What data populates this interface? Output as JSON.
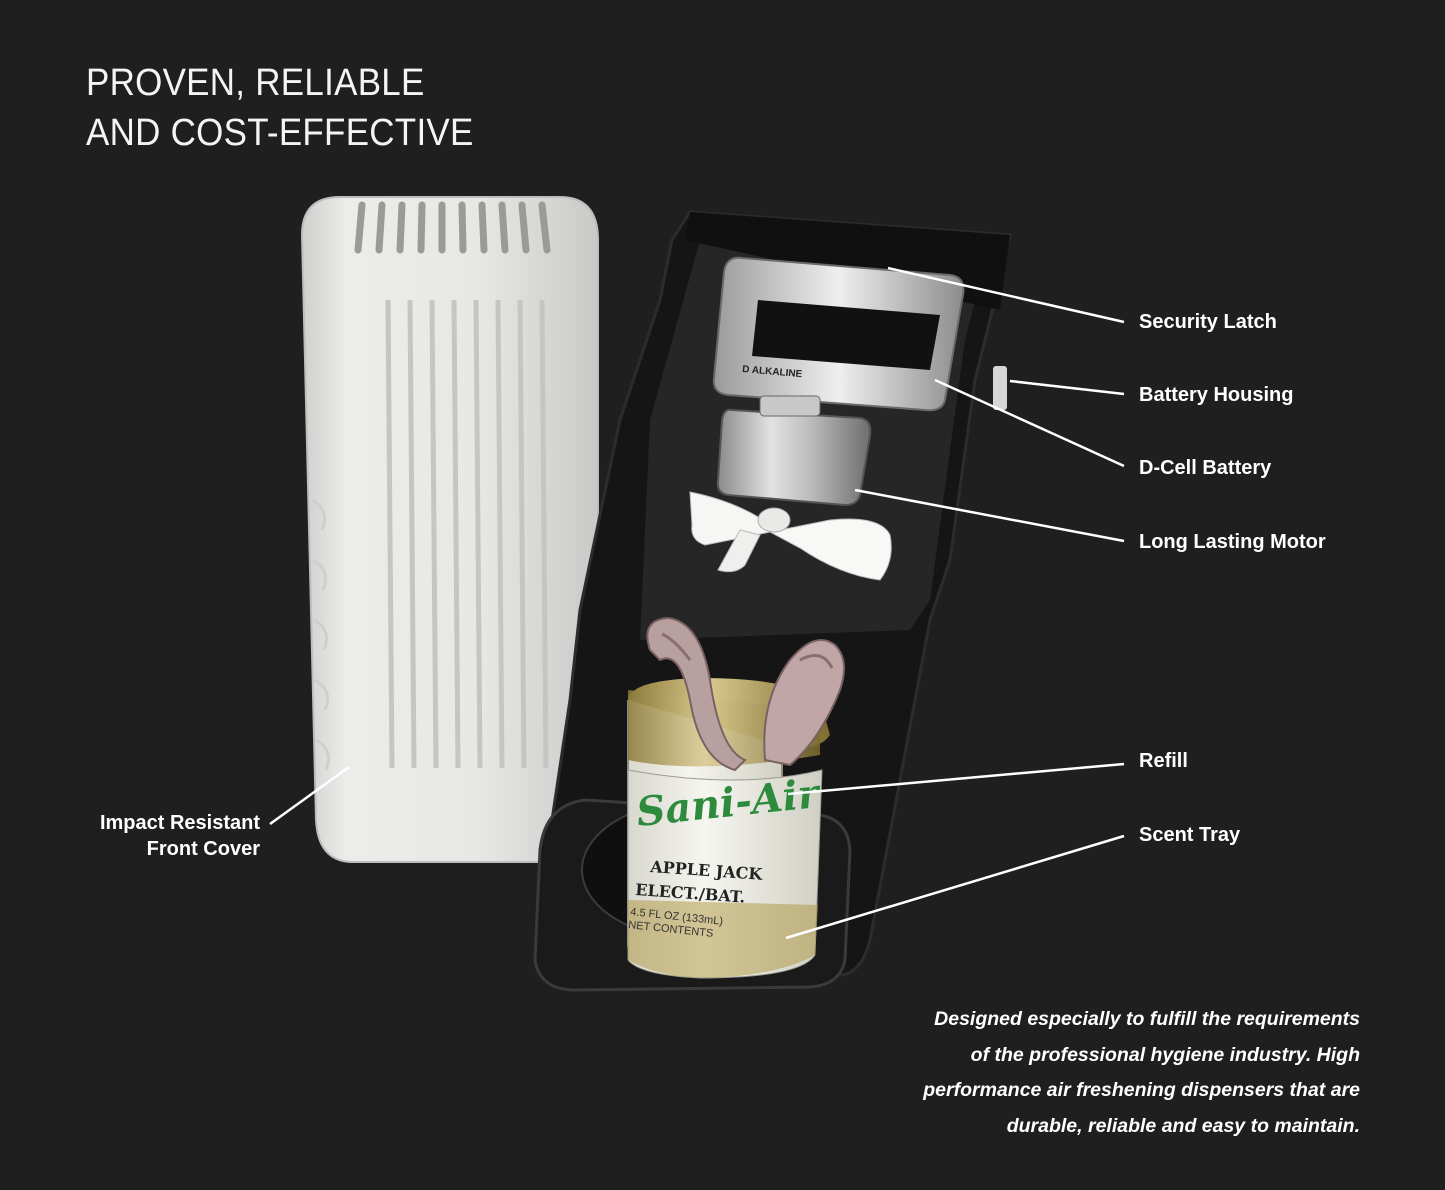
{
  "headline": {
    "line1": "PROVEN, RELIABLE",
    "line2": "AND COST-EFFECTIVE"
  },
  "callouts": {
    "security_latch": "Security Latch",
    "battery_housing": "Battery Housing",
    "d_cell_battery": "D-Cell Battery",
    "long_lasting_motor": "Long Lasting Motor",
    "refill": "Refill",
    "scent_tray": "Scent Tray",
    "front_cover_line1": "Impact Resistant",
    "front_cover_line2": "Front Cover"
  },
  "tagline": {
    "line1": "Designed especially to fulfill the requirements",
    "line2": "of the professional hygiene industry. High",
    "line3": "performance air freshening dispensers that are",
    "line4": "durable, reliable and easy to maintain."
  },
  "product": {
    "brand_logo": "Sani-Air",
    "scent_line1": "APPLE JACK",
    "scent_line2": "ELECT./BAT.",
    "volume": "4.5 FL OZ (133mL)",
    "net": "NET CONTENTS",
    "battery_brand": "D  ALKALINE"
  },
  "colors": {
    "background": "#1f1f1f",
    "text": "#ffffff",
    "cover": "#e6e6e4",
    "housing": "#161616",
    "logo_green": "#2e8b3e"
  }
}
